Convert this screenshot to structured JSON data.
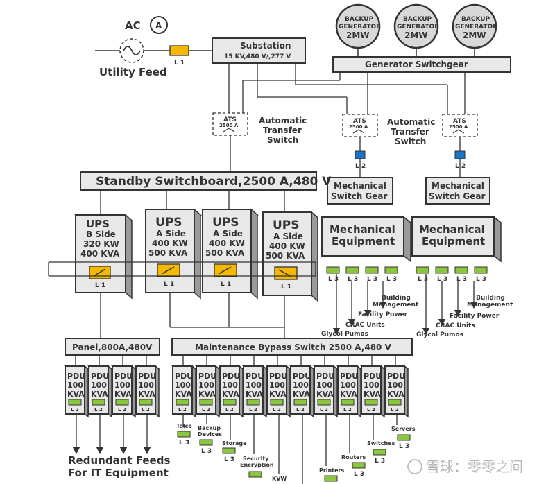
{
  "ac": {
    "label": "AC",
    "ammeter": "A",
    "utility_feed": "Utility Feed",
    "l1": "L 1"
  },
  "substation": {
    "title": "Substation",
    "spec": "15 KV,480 V/,277 V"
  },
  "generators": [
    {
      "l1": "BACKUP",
      "l2": "GENERATOR",
      "l3": "2MW"
    },
    {
      "l1": "BACKUP",
      "l2": "GENERATOR",
      "l3": "2MW"
    },
    {
      "l1": "BACKUP",
      "l2": "GENERATOR",
      "l3": "2MW"
    }
  ],
  "generator_switchgear": "Generator Switchgear",
  "ats": {
    "title": "ATS",
    "rating": "2500 A"
  },
  "ats_label": {
    "l1": "Automatic",
    "l2": "Transfer",
    "l3": "Switch"
  },
  "l2": "L 2",
  "l3": "L 3",
  "l1_small": "L 1",
  "mech_switch_gear": {
    "l1": "Mechanical",
    "l2": "Switch Gear"
  },
  "standby": "Standby Switchboard,2500 A,480 V",
  "ups": [
    {
      "t": "UPS",
      "a": "B Side",
      "b": "320 KW",
      "c": "400 KVA",
      "l": "L 1"
    },
    {
      "t": "UPS",
      "a": "A Side",
      "b": "400 KW",
      "c": "500 KVA",
      "l": "L 1"
    },
    {
      "t": "UPS",
      "a": "A Side",
      "b": "400 KW",
      "c": "500 KVA",
      "l": "L 1"
    },
    {
      "t": "UPS",
      "a": "A Side",
      "b": "400 KW",
      "c": "500 KVA",
      "l": "L 1"
    }
  ],
  "mech_equipment": {
    "l1": "Mechanical",
    "l2": "Equipment"
  },
  "mech_loads": {
    "building": "Building",
    "management": "Management",
    "facility": "Facility Power",
    "crac": "CRAC Units",
    "glycol": "Glycol Pumos"
  },
  "panel": "Panel,800A,480V",
  "maint": "Maintenance Bypass Switch 2500 A,480 V",
  "pdu": {
    "l1": "PDU",
    "l2": "100",
    "l3": "KVA"
  },
  "redundant": {
    "l1": "Redundant Feeds",
    "l2": "For IT Equipment"
  },
  "it_loads": {
    "telco": "Telco",
    "backup1": "Backup",
    "backup2": "Devices",
    "storage": "Storage",
    "security": "Security",
    "encryption": "Encryption",
    "kvw": "KVW",
    "printers": "Printers",
    "routers": "Routers",
    "switches": "Switches",
    "servers": "Servers"
  },
  "watermark": "雪球：零零之间"
}
